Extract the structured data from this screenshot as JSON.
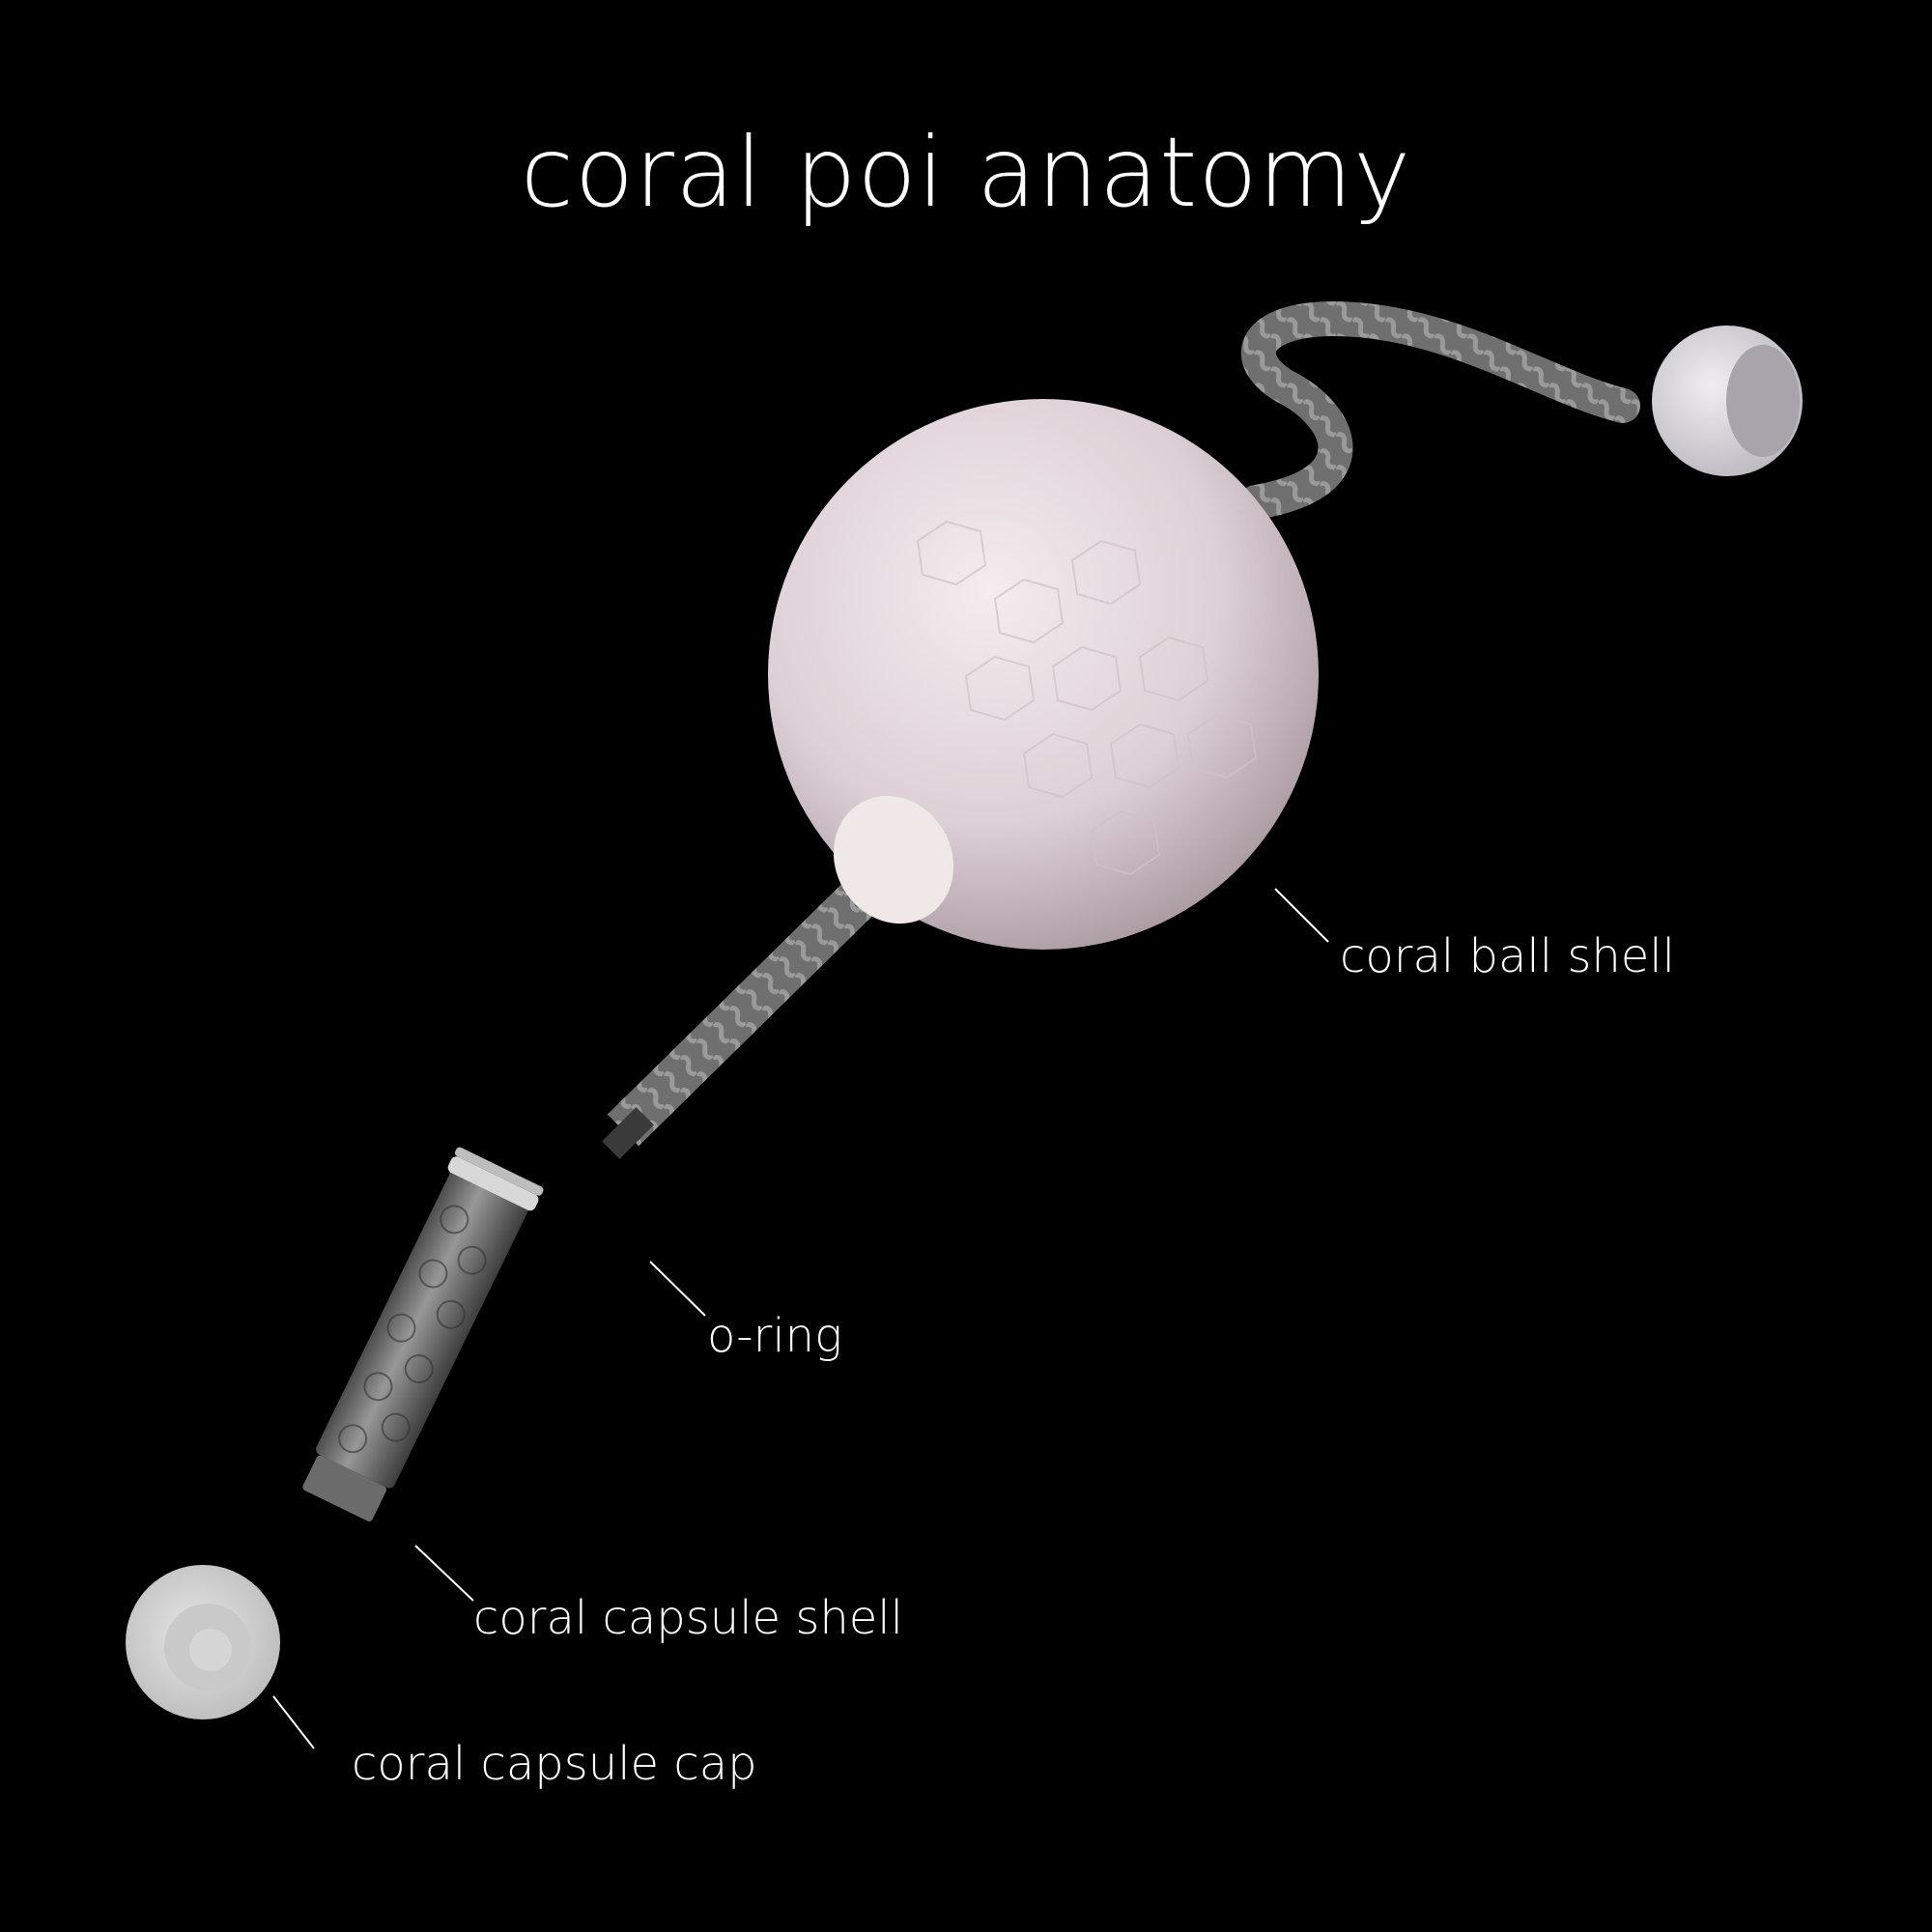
{
  "title": "coral poi anatomy",
  "colors": {
    "background": "#000000",
    "text": "#ffffff",
    "ball": "#e9dde2",
    "rope": "#7a7a7a",
    "cap": "#dcdcdc",
    "capsule": "#9a9a9a"
  },
  "parts": [
    {
      "label": "coral ball shell"
    },
    {
      "label": "o-ring"
    },
    {
      "label": "coral capsule shell"
    },
    {
      "label": "coral capsule cap"
    }
  ]
}
